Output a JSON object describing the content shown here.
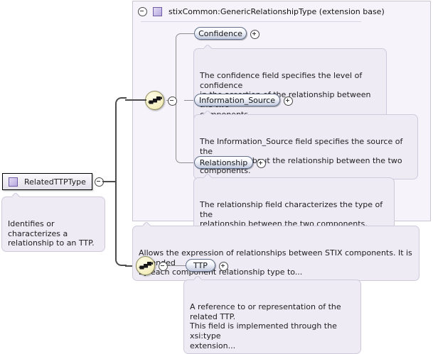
{
  "diagram": {
    "kind": "xml-schema-diagram",
    "root": {
      "name": "RelatedTTPType",
      "icon": "complex-type-icon",
      "toggle": "collapse-toggle-minus",
      "note": "Identifies or characterizes a\nrelationship to an TTP."
    },
    "extension_base": {
      "title": "stixCommon:GenericRelationshipType (extension base)",
      "icon": "complex-type-icon",
      "toggle": "collapse-toggle-minus",
      "sequence_icon": "sequence-model-group-icon",
      "sequence_toggle": "collapse-toggle-minus",
      "elements": [
        {
          "name": "Confidence",
          "toggle": "expand-toggle-plus",
          "note": "The confidence field specifies the level of confidence\nin the assertion of the relationship between the two\ncomponents."
        },
        {
          "name": "Information_Source",
          "toggle": "expand-toggle-plus",
          "note": "The Information_Source field specifies the source of the\ninformation about the relationship between the two\ncomponents."
        },
        {
          "name": "Relationship",
          "toggle": "expand-toggle-plus",
          "note": "The relationship field characterizes the type of the\nrelationship between the two components.\nThis field is implemented..."
        }
      ],
      "note": "Allows the expression of relationships between STIX components. It is extended\nby each component relationship type to..."
    },
    "extension_branch": {
      "sequence_icon": "sequence-model-group-icon",
      "sequence_toggle": "collapse-toggle-minus",
      "element": {
        "name": "TTP",
        "toggle": "expand-toggle-plus",
        "note": "A reference to or representation of the\nrelated TTP.\nThis field is implemented through the xsi:type\nextension..."
      }
    }
  },
  "colors": {
    "panel_bg": "#f6f4fa",
    "panel_border": "#c9c6d4",
    "note_bg": "#eeebf5",
    "note_border": "#cfcada",
    "pill_border": "#62708c",
    "sequence_circle": "#f7f2c8",
    "type_icon": "#b9aade",
    "connector": "#4c4c4c",
    "page_bg": "#ffffff"
  }
}
